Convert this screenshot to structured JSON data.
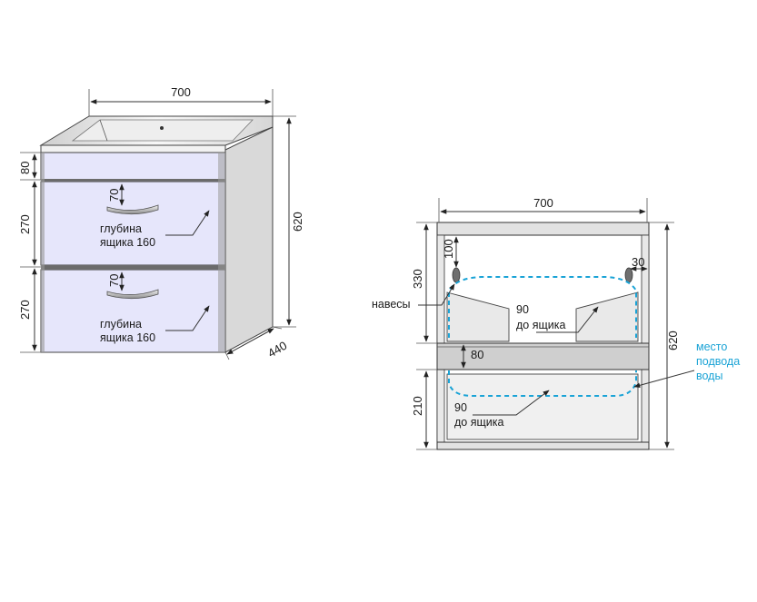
{
  "colors": {
    "accent_blue": "#1aa3d6",
    "drawer_fill": "#e6e6fb",
    "cabinet_side": "#d9d9d9",
    "panel_gray": "#cfcfcf",
    "outline": "#333333"
  },
  "front_view": {
    "width_label": "700",
    "height_label": "620",
    "depth_label": "440",
    "top_height_label": "80",
    "drawer1_height_label": "270",
    "drawer2_height_label": "270",
    "handle1_offset_label": "70",
    "handle2_offset_label": "70",
    "drawer1_depth_line1": "глубина",
    "drawer1_depth_line2": "ящика 160",
    "drawer2_depth_line1": "глубина",
    "drawer2_depth_line2": "ящика 160"
  },
  "section_view": {
    "width_label": "700",
    "height_label": "620",
    "upper_height_label": "330",
    "hinge_drop_label": "100",
    "hinge_side_label": "30",
    "shelf_label": "80",
    "lower_height_label": "210",
    "hinges_label": "навесы",
    "upper_clear_value": "90",
    "upper_clear_text": "до ящика",
    "lower_clear_value": "90",
    "lower_clear_text": "до ящика",
    "water_line1": "место",
    "water_line2": "подвода",
    "water_line3": "воды"
  }
}
